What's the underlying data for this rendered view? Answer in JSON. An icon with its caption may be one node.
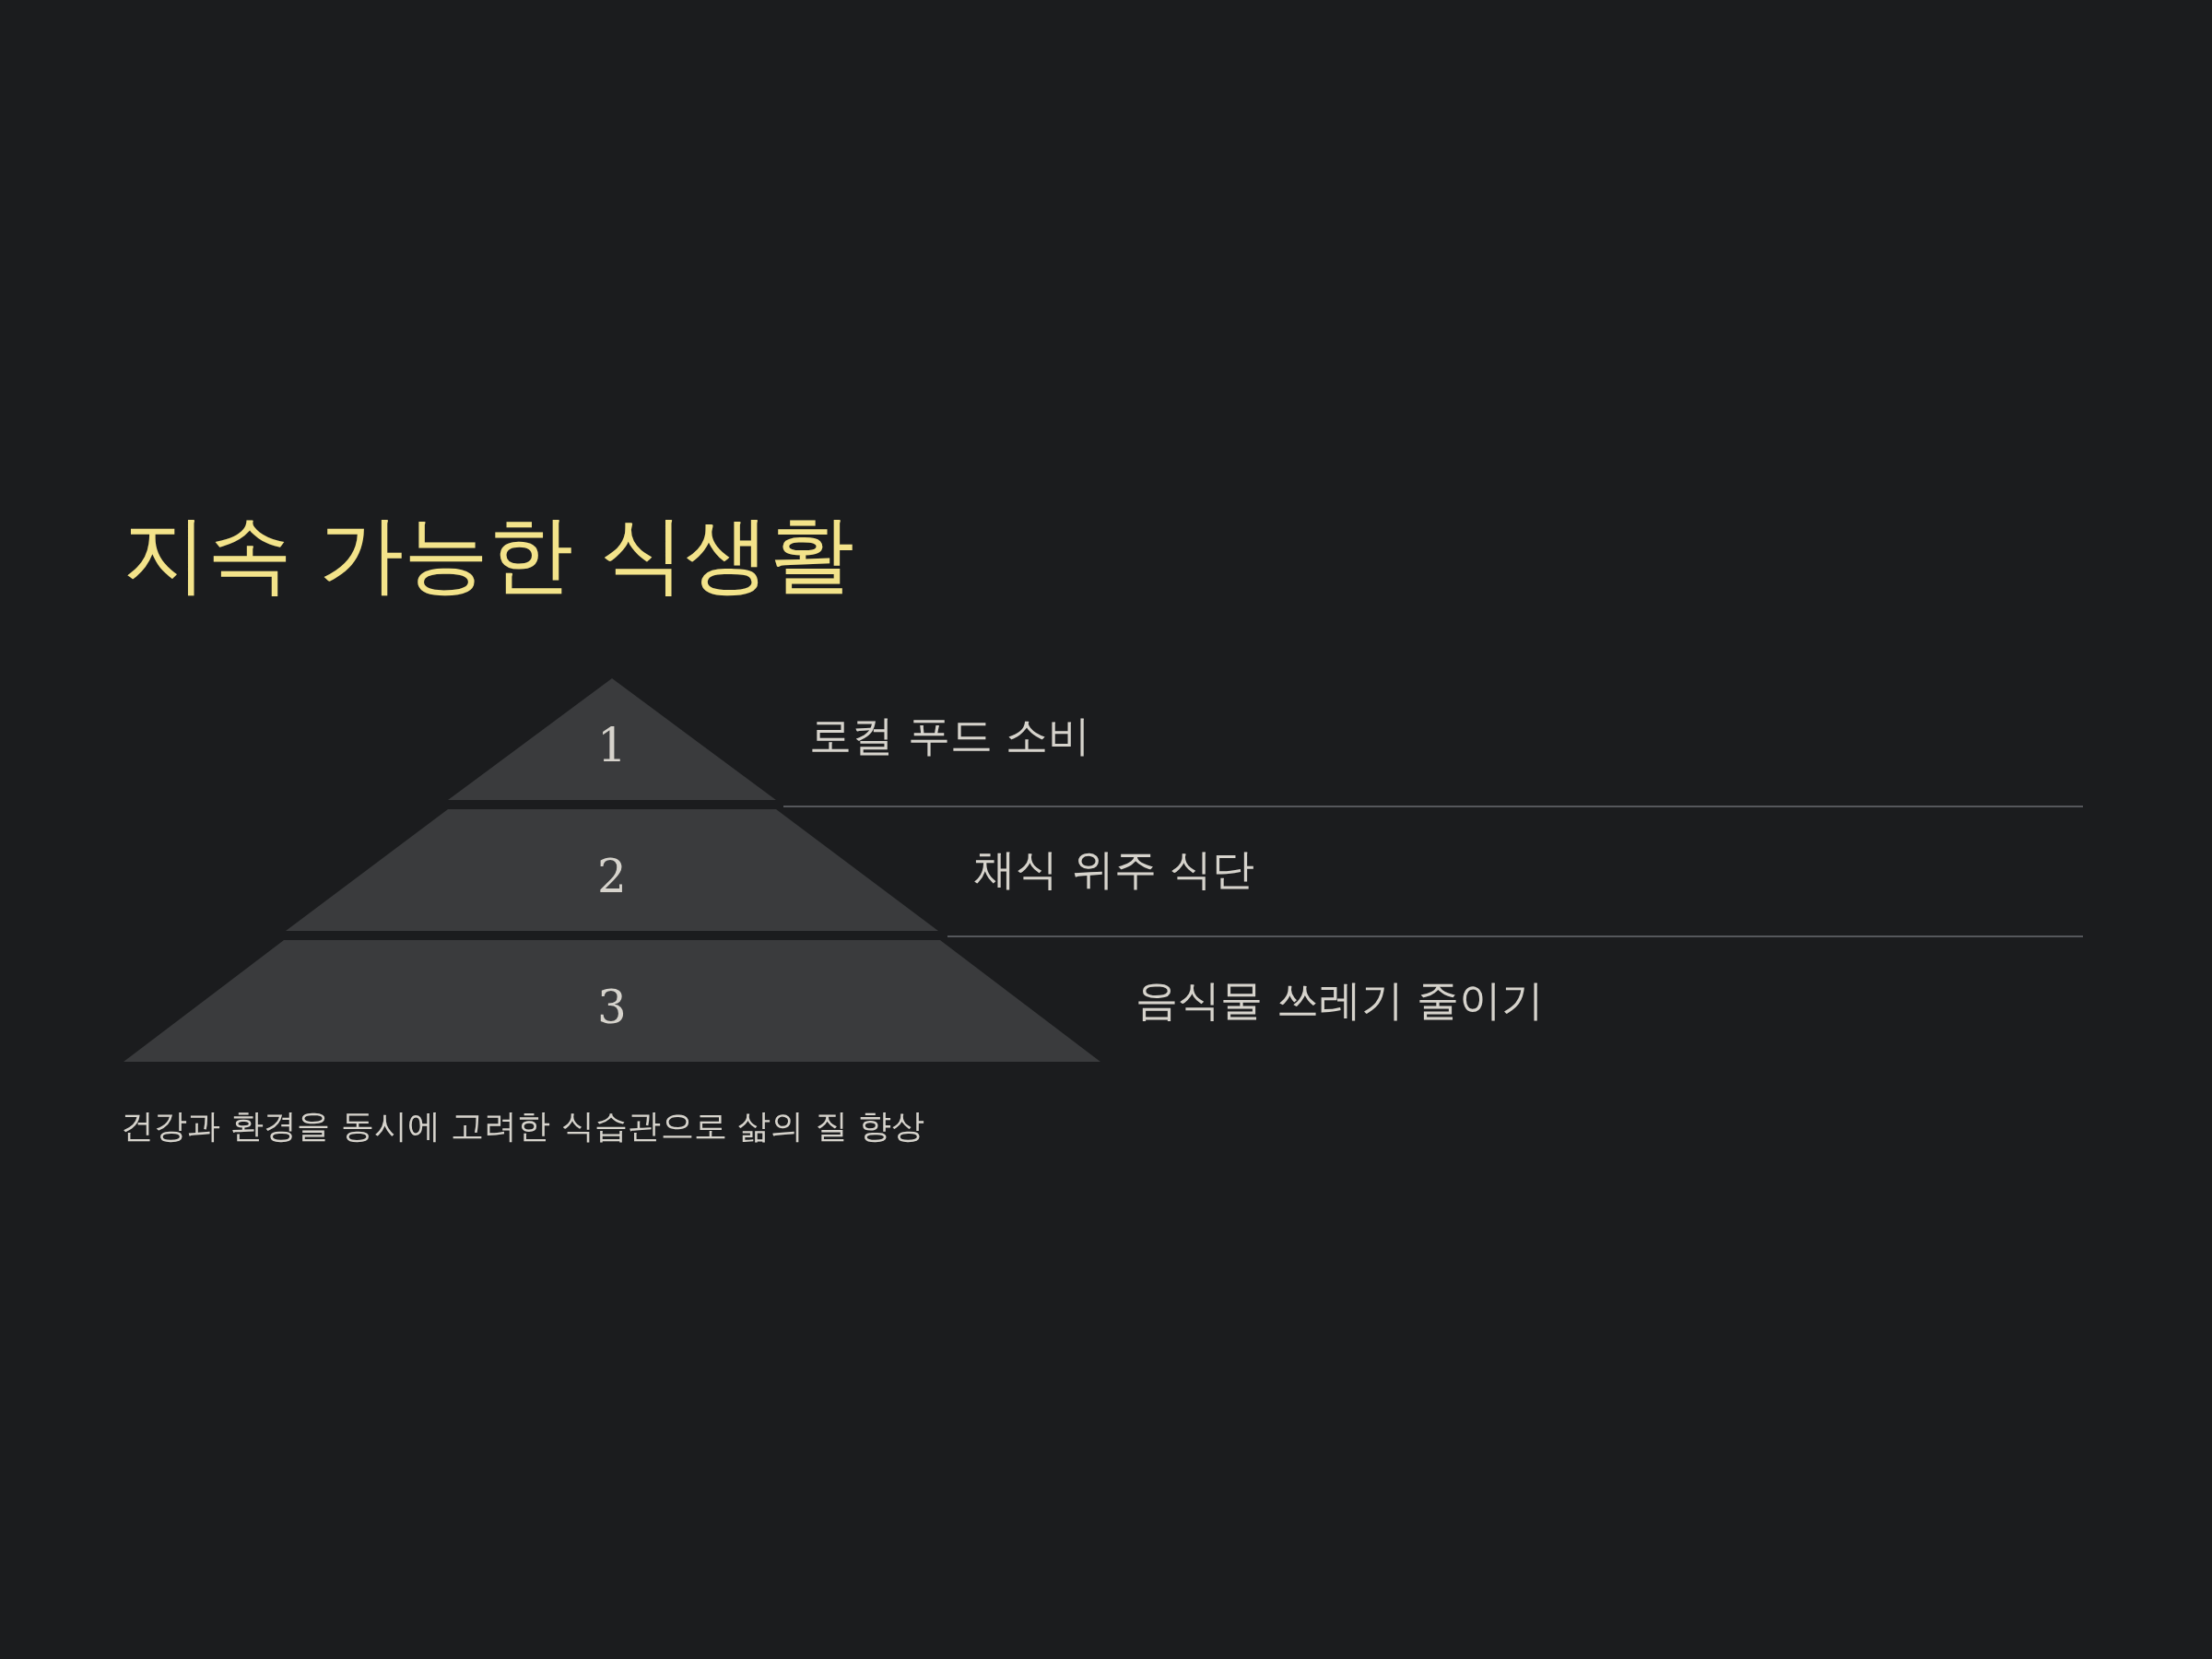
{
  "diagram": {
    "title": "지속 가능한 식생활",
    "caption": "건강과 환경을 동시에 고려한 식습관으로 삶의 질 향상",
    "nodes": [
      {
        "text": [
          "1"
        ],
        "beside": [
          "로컬 푸드 소비"
        ]
      },
      {
        "text": [
          "2"
        ],
        "beside": [
          "채식 위주 식단"
        ]
      },
      {
        "text": [
          "3"
        ],
        "beside": [
          "음식물 쓰레기 줄이기"
        ]
      }
    ]
  }
}
